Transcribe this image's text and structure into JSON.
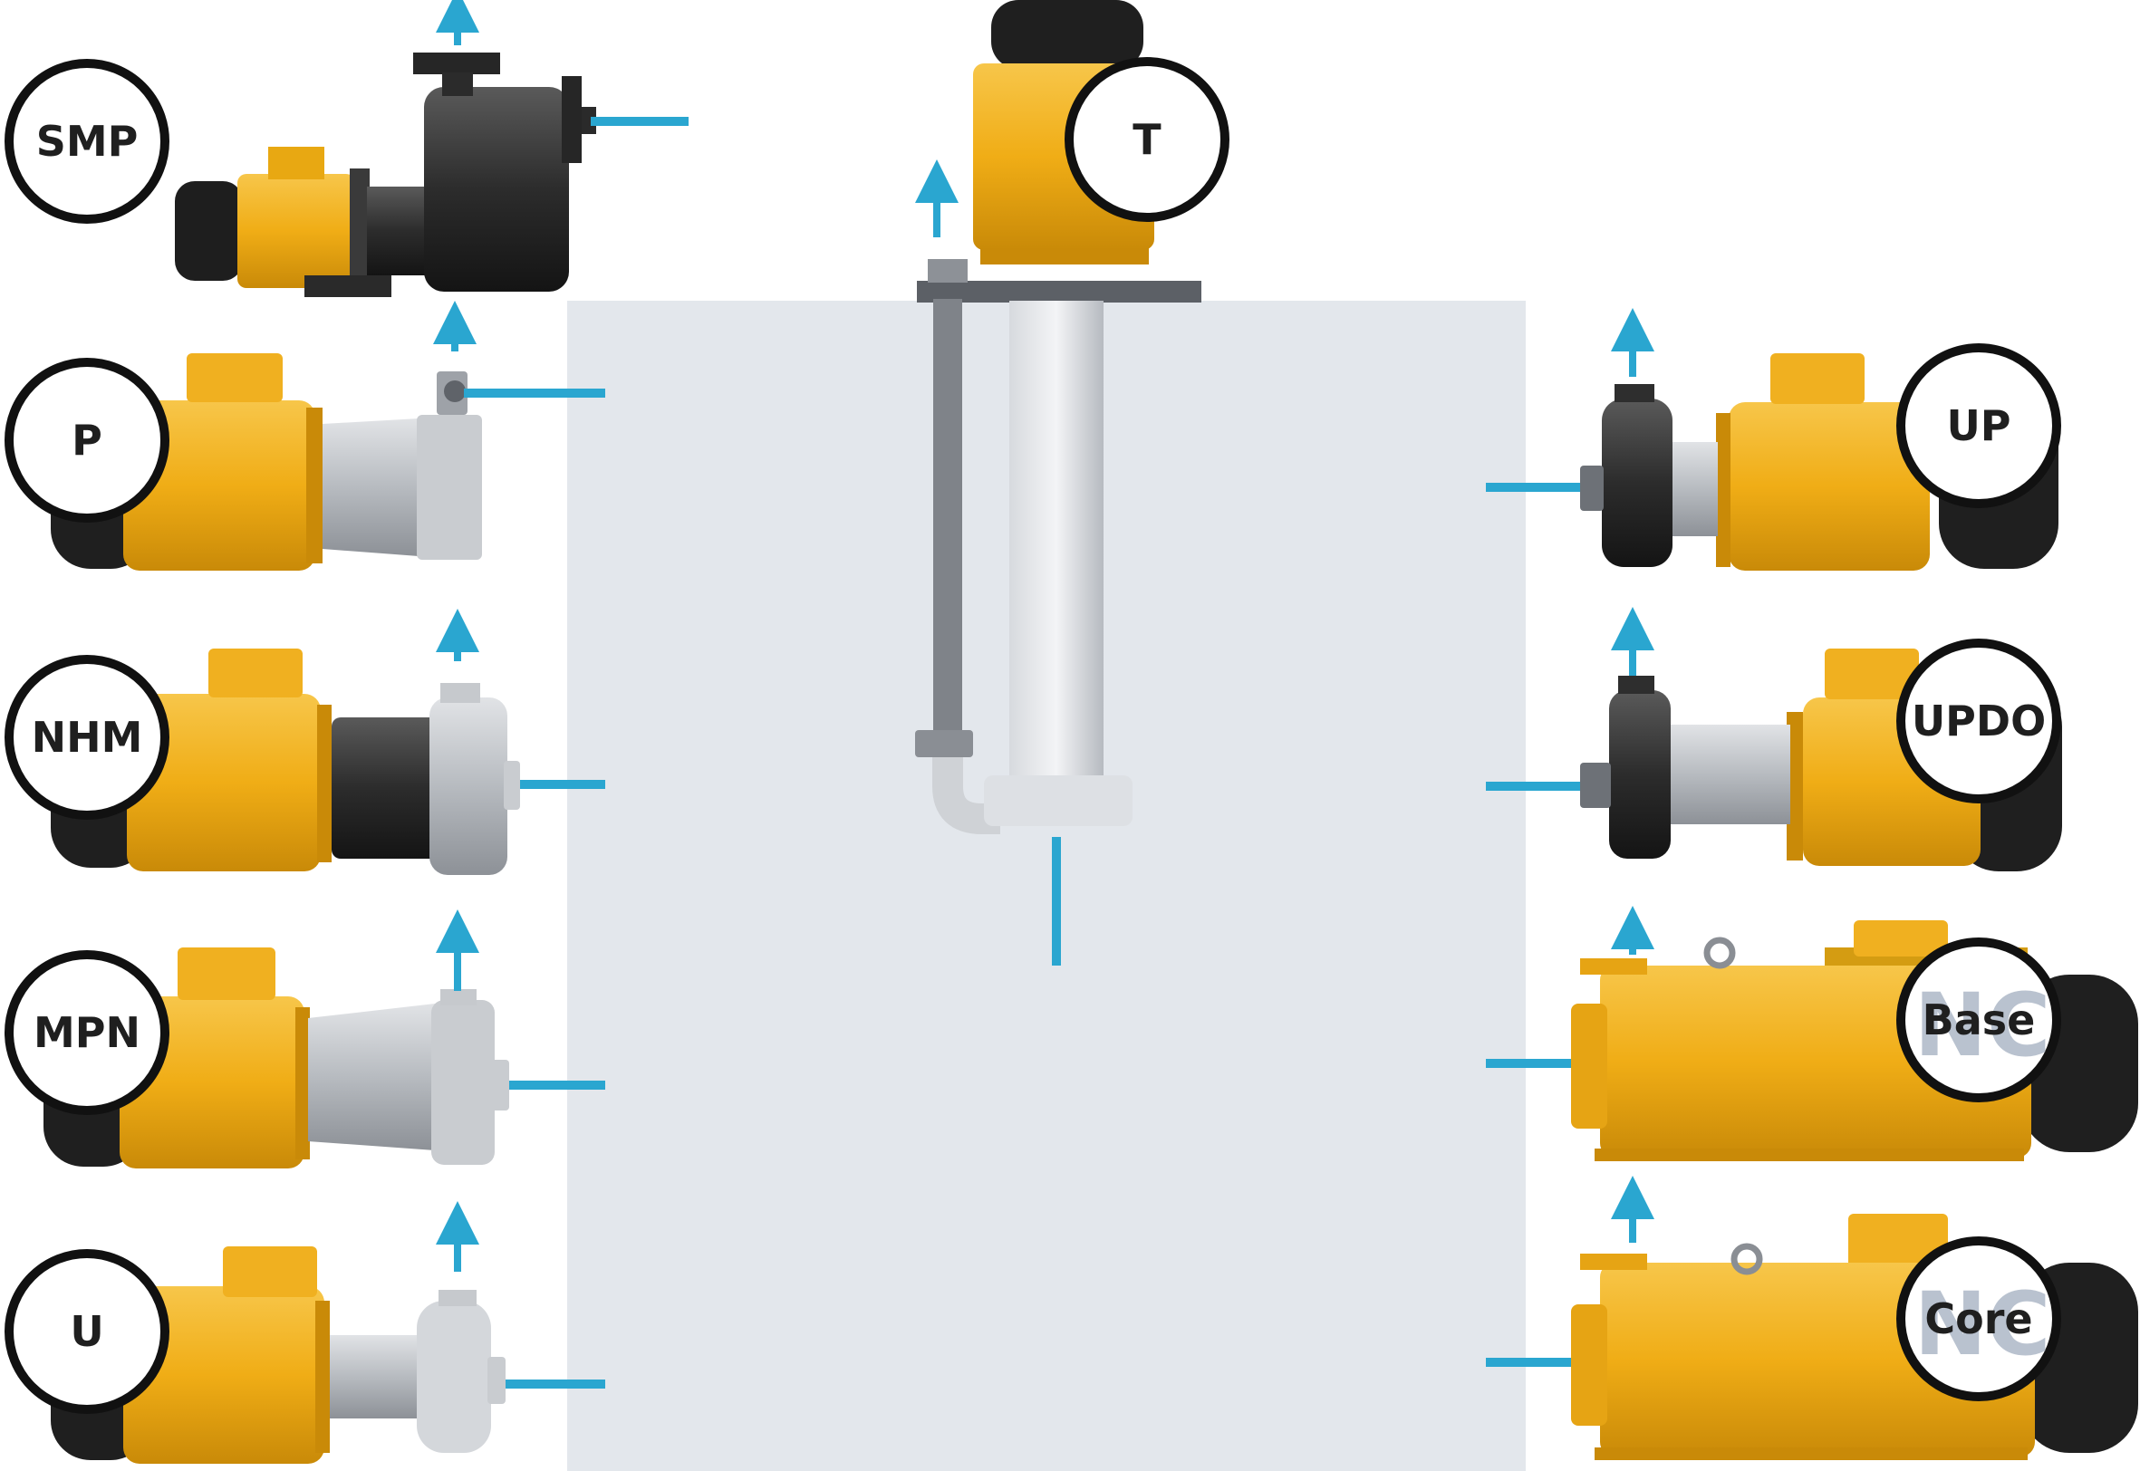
{
  "pumps_left": [
    {
      "label": "SMP"
    },
    {
      "label": "P"
    },
    {
      "label": "NHM"
    },
    {
      "label": "MPN"
    },
    {
      "label": "U"
    }
  ],
  "pump_top": {
    "label": "T"
  },
  "pumps_right": [
    {
      "label": "UP",
      "mark": ""
    },
    {
      "label": "UPDO",
      "mark": ""
    },
    {
      "label": "Base",
      "mark": "NC"
    },
    {
      "label": "Core",
      "mark": "NC"
    }
  ],
  "colors": {
    "pipe": "#2aa6d0",
    "tank": "#e3e7ec",
    "motor": "#f2b31b",
    "motor_dark": "#c98a08",
    "fan_cover": "#222222",
    "grey_pump": "#b8bcc1",
    "dark_pump": "#2e2e2e",
    "label_ring": "#111111"
  }
}
